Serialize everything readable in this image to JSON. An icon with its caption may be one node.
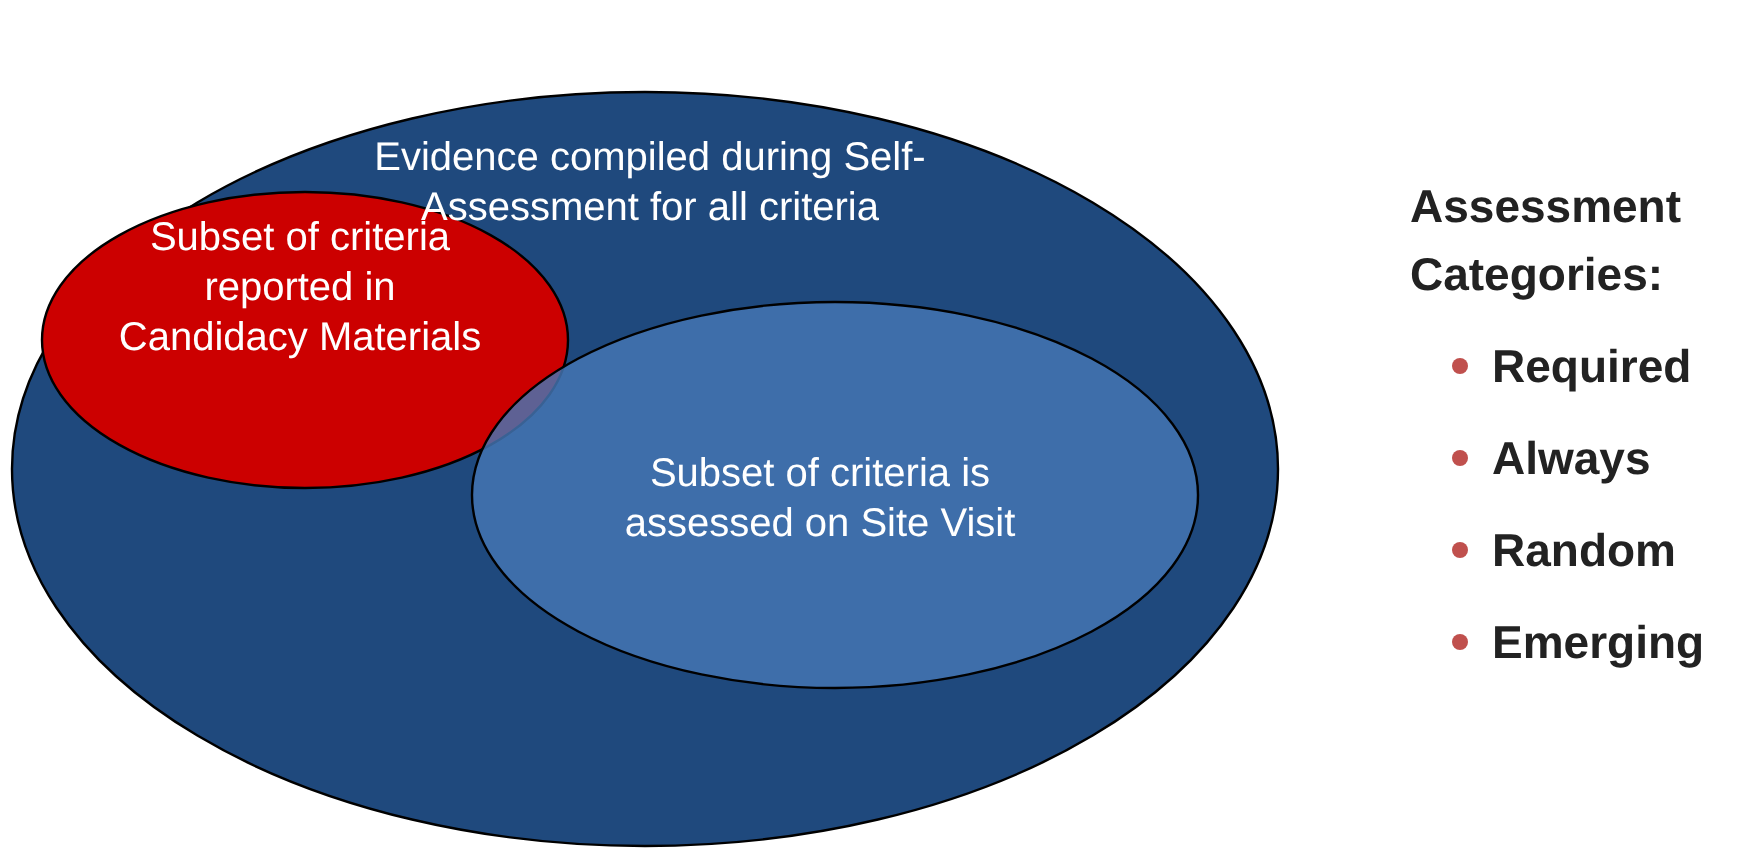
{
  "diagram": {
    "nodes": [
      {
        "text": [
          "Evidence compiled during Self-Assessment for all criteria"
        ]
      },
      {
        "text": [
          "Subset of criteria reported in Candidacy Materials"
        ],
        "in": 0
      },
      {
        "text": [
          "Subset of criteria is assessed on Site Visit"
        ],
        "in": 0
      }
    ],
    "labels": [
      "Assessment Categories:",
      "Required",
      "Always",
      "Random",
      "Emerging"
    ]
  }
}
